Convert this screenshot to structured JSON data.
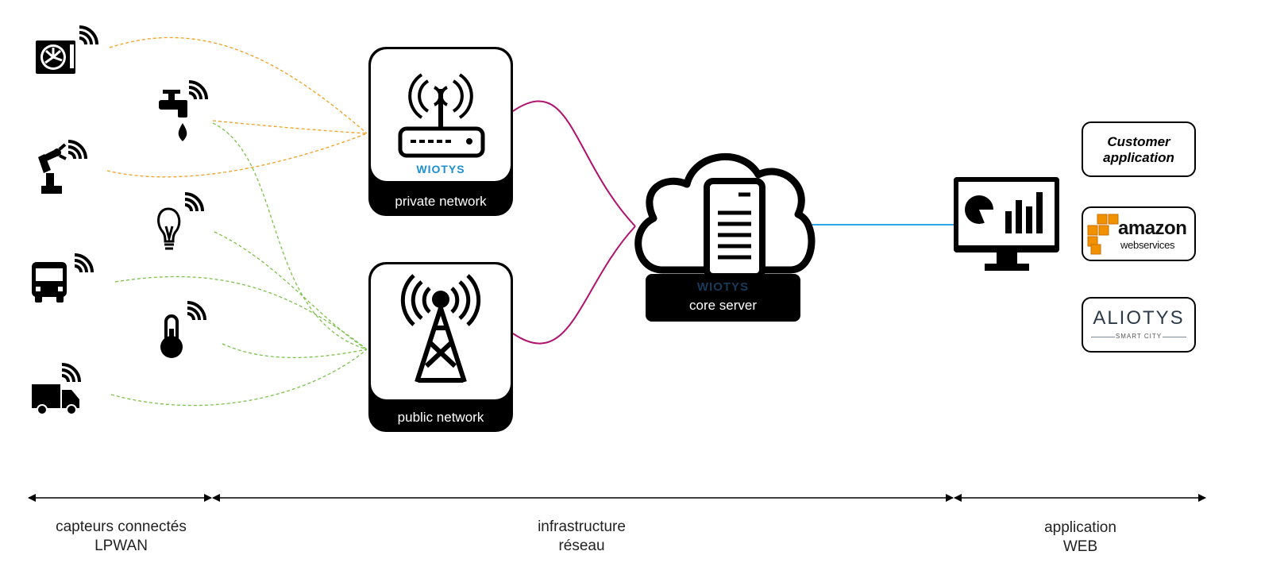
{
  "boxes": {
    "private_network": "private network",
    "public_network": "public network",
    "core_server": "core server",
    "brand": "WIOTYS"
  },
  "apps": {
    "customer_line1": "Customer",
    "customer_line2": "application",
    "aws_line1": "amazon",
    "aws_line2": "webservices",
    "aliotys_name": "ALIOTYS",
    "aliotys_tagline": "SMART CITY"
  },
  "sections": {
    "sensors_line1": "capteurs connectés",
    "sensors_line2": "LPWAN",
    "network_line1": "infrastructure",
    "network_line2": "réseau",
    "web_line1": "application",
    "web_line2": "WEB"
  },
  "colors": {
    "private_link": "#f0a020",
    "public_link": "#7cc24a",
    "backhaul_link": "#b0126e",
    "web_link": "#2aa8e8",
    "brand_blue": "#1c8fd0"
  }
}
